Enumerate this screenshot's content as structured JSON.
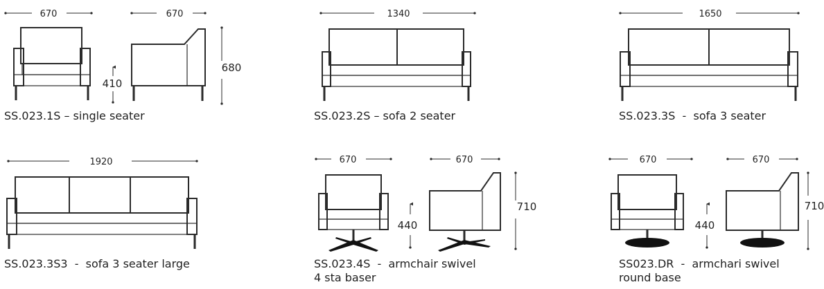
{
  "products": [
    {
      "caption": "SS.023.1S – single seater",
      "dims": {
        "front_width": "670",
        "side_width": "670",
        "seat_height": "410",
        "total_height": "680"
      }
    },
    {
      "caption": "SS.023.2S – sofa 2 seater",
      "dims": {
        "width": "1340"
      }
    },
    {
      "caption": "SS.023.3S  -  sofa 3 seater",
      "dims": {
        "width": "1650"
      }
    },
    {
      "caption": "SS.023.3S3  -  sofa 3 seater large",
      "dims": {
        "width": "1920"
      }
    },
    {
      "caption": "SS.023.4S  -  armchair swivel",
      "caption_line2": "4 sta baser",
      "dims": {
        "front_width": "670",
        "side_width": "670",
        "seat_height": "440",
        "total_height": "710"
      }
    },
    {
      "caption": "SS023.DR  -  armchari swivel",
      "caption_line2": "round base",
      "dims": {
        "front_width": "670",
        "side_width": "670",
        "seat_height": "440",
        "total_height": "710"
      }
    }
  ],
  "colors": {
    "line": "#2a2a2a",
    "text": "#1e1e1e",
    "background": "#ffffff"
  }
}
